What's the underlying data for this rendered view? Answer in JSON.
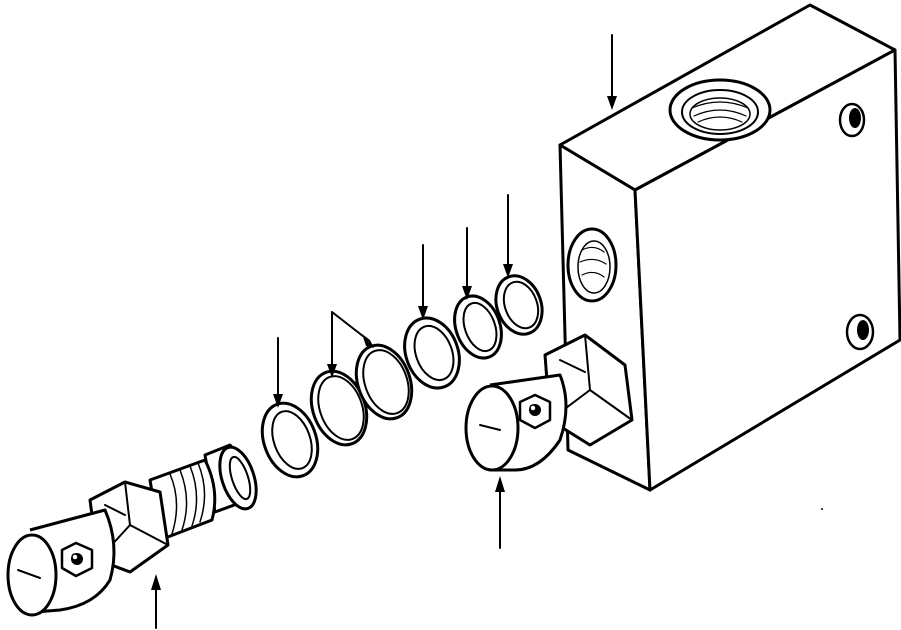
{
  "diagram": {
    "ink_color": "#000000",
    "background_color": "#ffffff",
    "parts": [
      {
        "name": "valve-body-block"
      },
      {
        "name": "relief-cartridge-installed"
      },
      {
        "name": "relief-cartridge-exploded"
      },
      {
        "name": "seal-ring-1"
      },
      {
        "name": "seal-ring-2"
      },
      {
        "name": "seal-ring-3"
      },
      {
        "name": "seal-ring-4"
      },
      {
        "name": "seal-ring-5"
      },
      {
        "name": "seal-ring-6"
      }
    ],
    "callouts": 8
  }
}
